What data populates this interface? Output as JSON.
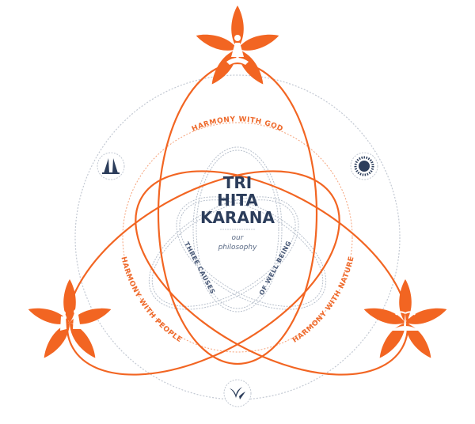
{
  "center": {
    "title_lines": [
      "TRI",
      "HITA",
      "KARANA"
    ],
    "subtitle_lines": [
      "our",
      "philosophy"
    ]
  },
  "inner_labels": {
    "left": "THREE CAUSES",
    "right": "OF WELL BEING"
  },
  "harmony_labels": {
    "top": "HARMONY WITH GOD",
    "left": "HARMONY WITH PEOPLE",
    "right": "HARMONY WITH NATURE"
  },
  "icons": [
    "temple-gate-icon",
    "sun-icon",
    "birds-icon",
    "praying-hands-icon",
    "dancers-icon",
    "island-palm-icon"
  ],
  "colors": {
    "accent": "#f26522",
    "navy": "#2c3d5b",
    "grey": "#b8c0cc"
  }
}
